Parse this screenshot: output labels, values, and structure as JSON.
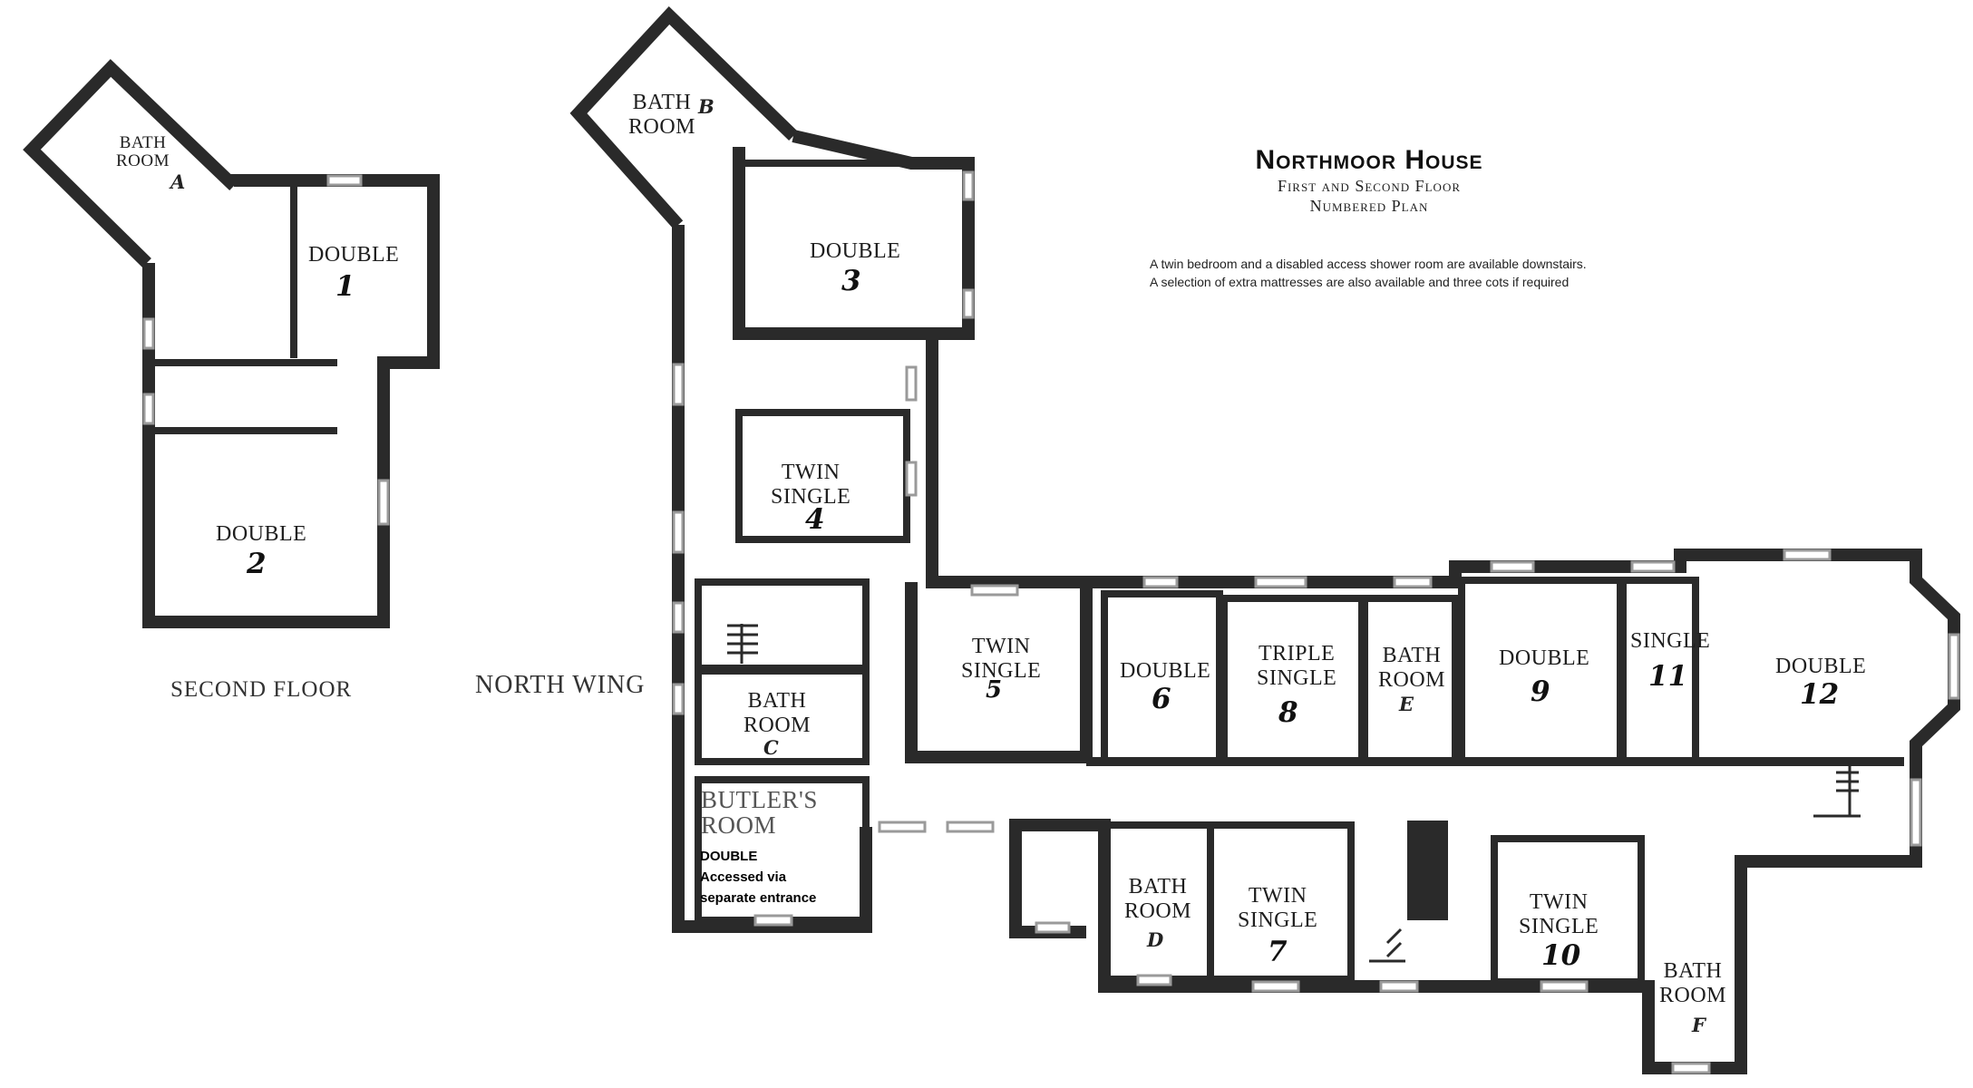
{
  "title": {
    "name": "Northmoor House",
    "subtitle_1": "First and Second Floor",
    "subtitle_2": "Numbered Plan"
  },
  "notes": [
    "A twin bedroom and a disabled access shower room are available downstairs.",
    "A selection of extra mattresses are also available and three cots if required"
  ],
  "floors": {
    "second": "SECOND FLOOR",
    "north": "NORTH WING"
  },
  "rooms": [
    {
      "label": [
        "BATH",
        "ROOM"
      ],
      "letter": "A"
    },
    {
      "label": [
        "DOUBLE"
      ],
      "number": "1"
    },
    {
      "label": [
        "DOUBLE"
      ],
      "number": "2"
    },
    {
      "label": [
        "BATH",
        "ROOM"
      ],
      "letter": "B"
    },
    {
      "label": [
        "DOUBLE"
      ],
      "number": "3"
    },
    {
      "label": [
        "TWIN",
        "SINGLE"
      ],
      "number": "4"
    },
    {
      "label": [
        "BATH",
        "ROOM"
      ],
      "letter": "C"
    },
    {
      "label": [
        "TWIN",
        "SINGLE"
      ],
      "number": "5"
    },
    {
      "label": [
        "DOUBLE"
      ],
      "number": "6"
    },
    {
      "label": [
        "TRIPLE",
        "SINGLE"
      ],
      "number": "8"
    },
    {
      "label": [
        "BATH",
        "ROOM"
      ],
      "letter": "E"
    },
    {
      "label": [
        "DOUBLE"
      ],
      "number": "9"
    },
    {
      "label": [
        "SINGLE"
      ],
      "number": "11"
    },
    {
      "label": [
        "DOUBLE"
      ],
      "number": "12"
    },
    {
      "label": [
        "BATH",
        "ROOM"
      ],
      "letter": "D"
    },
    {
      "label": [
        "TWIN",
        "SINGLE"
      ],
      "number": "7"
    },
    {
      "label": [
        "TWIN",
        "SINGLE"
      ],
      "number": "10"
    },
    {
      "label": [
        "BATH",
        "ROOM"
      ],
      "letter": "F"
    }
  ],
  "butler": {
    "title_1": "BUTLER'S",
    "title_2": "ROOM",
    "note": [
      "DOUBLE",
      "Accessed via",
      "separate entrance"
    ]
  },
  "colors": {
    "wall": "#2a2a2a",
    "window": "#9a9a9a"
  }
}
